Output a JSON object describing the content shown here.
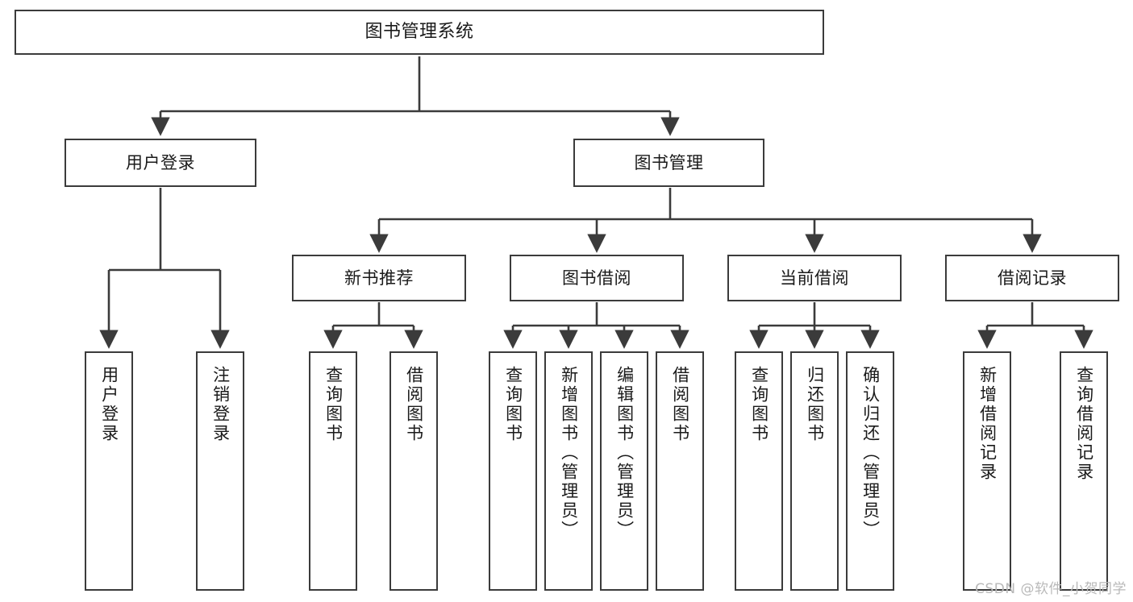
{
  "diagram": {
    "title": "图书管理系统",
    "type": "hierarchy-tree",
    "orientation": "top-down",
    "colors": {
      "box_border": "#3b3b3b",
      "box_fill": "#ffffff",
      "connector": "#3b3b3b",
      "text": "#1a1a1a",
      "watermark": "#b9b9b9",
      "background": "#ffffff"
    },
    "root": {
      "id": "root",
      "label": "图书管理系统"
    },
    "level2": [
      {
        "id": "user-login",
        "label": "用户登录"
      },
      {
        "id": "book-manage",
        "label": "图书管理"
      }
    ],
    "level3": [
      {
        "id": "new-book-rec",
        "label": "新书推荐"
      },
      {
        "id": "book-borrow",
        "label": "图书借阅"
      },
      {
        "id": "current-borrow",
        "label": "当前借阅"
      },
      {
        "id": "borrow-record",
        "label": "借阅记录"
      }
    ],
    "leaves": {
      "user-login": [
        {
          "id": "leaf-user-login",
          "label": "用户登录"
        },
        {
          "id": "leaf-logout",
          "label": "注销登录"
        }
      ],
      "new-book-rec": [
        {
          "id": "leaf-query-book-1",
          "label": "查询图书"
        },
        {
          "id": "leaf-borrow-book-1",
          "label": "借阅图书"
        }
      ],
      "book-borrow": [
        {
          "id": "leaf-query-book-2",
          "label": "查询图书"
        },
        {
          "id": "leaf-add-book",
          "label": "新增图书（管理员）"
        },
        {
          "id": "leaf-edit-book",
          "label": "编辑图书（管理员）"
        },
        {
          "id": "leaf-borrow-book-2",
          "label": "借阅图书"
        }
      ],
      "current-borrow": [
        {
          "id": "leaf-query-book-3",
          "label": "查询图书"
        },
        {
          "id": "leaf-return-book",
          "label": "归还图书"
        },
        {
          "id": "leaf-confirm-return",
          "label": "确认归还（管理员）"
        }
      ],
      "borrow-record": [
        {
          "id": "leaf-add-record",
          "label": "新增借阅记录"
        },
        {
          "id": "leaf-query-record",
          "label": "查询借阅记录"
        }
      ]
    }
  },
  "watermark": {
    "text": "CSDN @软件_小贺同学"
  }
}
